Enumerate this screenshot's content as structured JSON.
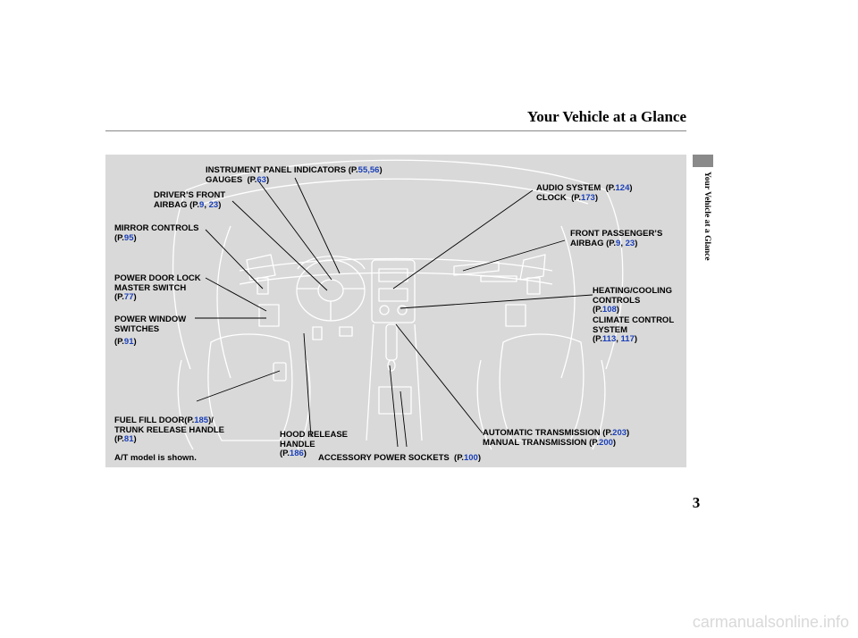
{
  "header": {
    "title": "Your Vehicle at a Glance",
    "side_label": "Your Vehicle at a Glance",
    "page_number": "3"
  },
  "colors": {
    "reference_link": "#1a3fb8",
    "figure_background": "#d9d9d9",
    "side_tab": "#8a8a8a"
  },
  "callouts": {
    "instrument": {
      "line1": "INSTRUMENT PANEL INDICATORS",
      "line1_ref_open": "(P.",
      "line1_ref": "55,56",
      "line1_ref_close": ")",
      "line2": "GAUGES",
      "line2_ref_open": "(P.",
      "line2_ref": "63",
      "line2_ref_close": ")"
    },
    "drivers_airbag": {
      "line1": "DRIVER’S FRONT",
      "line2": "AIRBAG",
      "ref_open": "(P.",
      "ref_a": "9",
      "sep": ", ",
      "ref_b": "23",
      "ref_close": ")"
    },
    "mirror": {
      "line1": "MIRROR CONTROLS",
      "ref_open": "(P.",
      "ref": "95",
      "ref_close": ")"
    },
    "door_lock": {
      "line1": "POWER DOOR LOCK",
      "line2": "MASTER SWITCH",
      "ref_open": "(P.",
      "ref": "77",
      "ref_close": ")"
    },
    "window": {
      "line1": "POWER WINDOW",
      "line2": "SWITCHES",
      "ref_open": "(P.",
      "ref": "91",
      "ref_close": ")"
    },
    "fuel": {
      "line1": "FUEL FILL DOOR",
      "ref1_open": "(P.",
      "ref1": "185",
      "ref1_close": ")/",
      "line2": "TRUNK RELEASE HANDLE",
      "ref2_open": "(P.",
      "ref2": "81",
      "ref2_close": ")"
    },
    "hood": {
      "line1": "HOOD RELEASE",
      "line2": "HANDLE",
      "ref_open": "(P.",
      "ref": "186",
      "ref_close": ")"
    },
    "audio": {
      "line1": "AUDIO SYSTEM",
      "ref1_open": "(P.",
      "ref1": "124",
      "ref1_close": ")",
      "line2": "CLOCK",
      "ref2_open": "(P.",
      "ref2": "173",
      "ref2_close": ")"
    },
    "passenger_airbag": {
      "line1": "FRONT PASSENGER’S",
      "line2": "AIRBAG",
      "ref_open": "(P.",
      "ref_a": "9",
      "sep": ", ",
      "ref_b": "23",
      "ref_close": ")"
    },
    "heating": {
      "line1": "HEATING/COOLING",
      "line2": "CONTROLS",
      "ref_open": "(P.",
      "ref": "108",
      "ref_close": ")"
    },
    "climate": {
      "line1": "CLIMATE CONTROL",
      "line2": "SYSTEM",
      "ref_open": "(P.",
      "ref_a": "113",
      "sep": ", ",
      "ref_b": "117",
      "ref_close": ")"
    },
    "transmission": {
      "line1": "AUTOMATIC TRANSMISSION",
      "ref1_open": "(P.",
      "ref1": "203",
      "ref1_close": ")",
      "line2": "MANUAL TRANSMISSION",
      "ref2_open": "(P.",
      "ref2": "200",
      "ref2_close": ")"
    },
    "sockets": {
      "line1": "ACCESSORY POWER SOCKETS",
      "ref_open": "(P.",
      "ref": "100",
      "ref_close": ")"
    },
    "model_note": "A/T model is shown."
  },
  "watermark": "carmanualsonline.info"
}
